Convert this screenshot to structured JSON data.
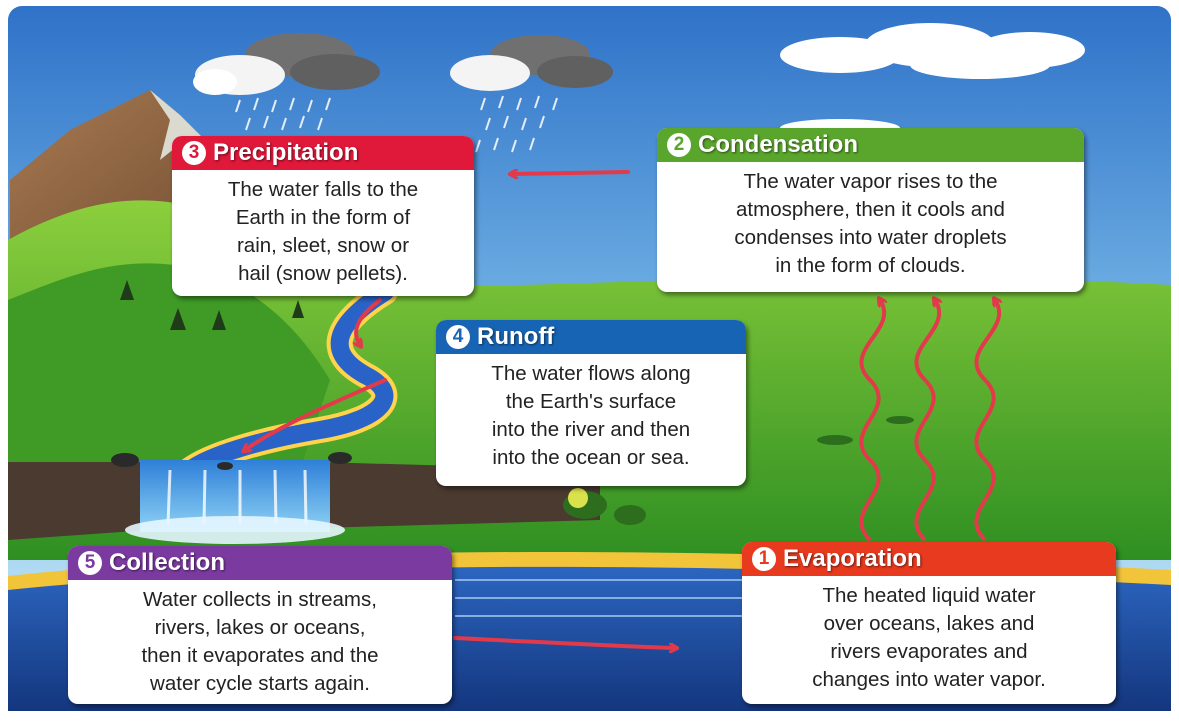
{
  "stages": {
    "precipitation": {
      "number": "3",
      "title": "Precipitation",
      "lines": [
        "The water falls to the",
        "Earth in the form of",
        "rain, sleet, snow or",
        "hail (snow pellets)."
      ],
      "color": "#e0183a"
    },
    "condensation": {
      "number": "2",
      "title": "Condensation",
      "lines": [
        "The water vapor rises to the",
        "atmosphere, then it cools and",
        "condenses into water droplets",
        "in the form of clouds."
      ],
      "color": "#5aa62c"
    },
    "runoff": {
      "number": "4",
      "title": "Runoff",
      "lines": [
        "The water flows along",
        "the Earth's surface",
        "into the river and then",
        "into the ocean or sea."
      ],
      "color": "#1764b4"
    },
    "collection": {
      "number": "5",
      "title": "Collection",
      "lines": [
        "Water collects in streams,",
        "rivers, lakes or oceans,",
        "then it evaporates and the",
        "water cycle starts again."
      ],
      "color": "#7b3aa0"
    },
    "evaporation": {
      "number": "1",
      "title": "Evaporation",
      "lines": [
        "The heated liquid water",
        "over oceans, lakes and",
        "rivers evaporates and",
        "changes into water vapor."
      ],
      "color": "#e83a1e"
    }
  },
  "colors": {
    "sky_top": "#2f72c8",
    "sky_bottom": "#bfe3f6",
    "grass": "#55b62a",
    "ocean": "#1d4fa8",
    "arrow": "#e23a4a"
  }
}
